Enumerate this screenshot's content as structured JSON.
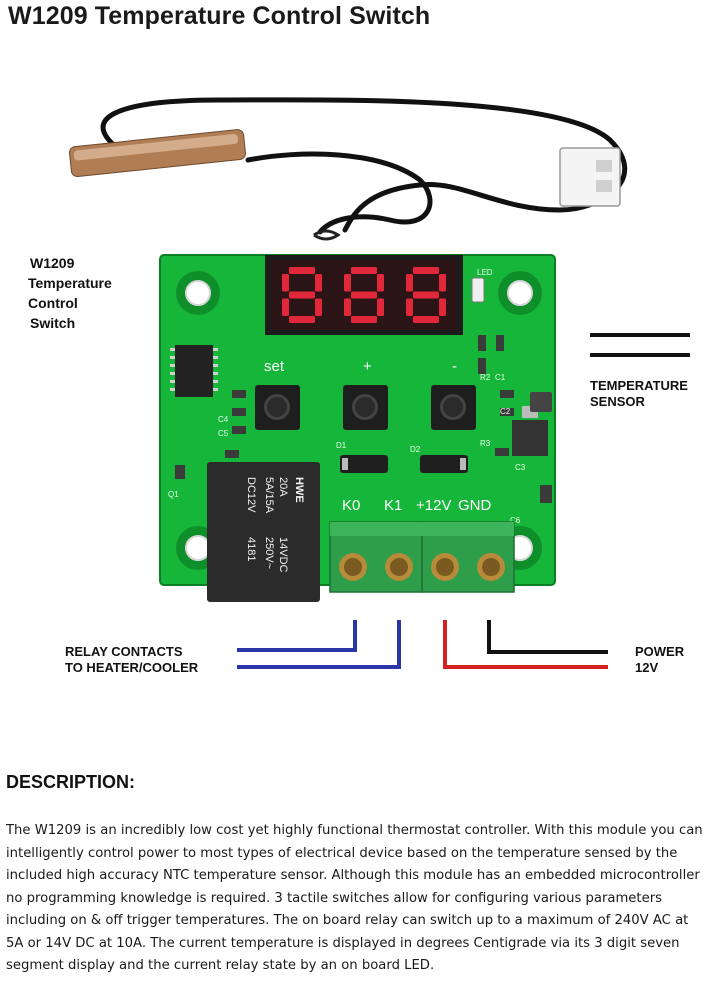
{
  "title": "W1209 Temperature Control Switch",
  "figure": {
    "side_label": [
      "W1209",
      "Temperature",
      "Control",
      "Switch"
    ],
    "sensor_label": [
      "TEMPERATURE",
      "SENSOR"
    ],
    "relay_label": [
      "RELAY CONTACTS",
      "TO HEATER/COOLER"
    ],
    "power_label": [
      "POWER",
      "12V"
    ],
    "display_digits": "888",
    "buttons": [
      "set",
      "+",
      "-"
    ],
    "terminals": [
      "K0",
      "K1",
      "+12V",
      "GND"
    ],
    "board_marks": [
      "LED",
      "R2",
      "C1",
      "C2",
      "C3",
      "C4",
      "C5",
      "C6",
      "R3",
      "D1",
      "D2",
      "Q1"
    ],
    "relay_brand": "HWE",
    "relay_print": [
      "20A",
      "14VDC",
      "5A/15A",
      "250V~",
      "DC12V",
      "4181"
    ]
  },
  "description": {
    "heading": "DESCRIPTION:",
    "body": "The W1209 is an incredibly low cost yet highly functional thermostat controller. With this module you can intelligently control power to most types of electrical device based on the temperature sensed by the included high accuracy NTC temperature sensor. Although this module has an embedded microcontroller no programming knowledge is required. 3 tactile switches allow for configuring various parameters including on & off trigger temperatures. The on board relay can switch up to a maximum of 240V AC at 5A or 14V DC at 10A. The current temperature is displayed in degrees Centigrade via its 3 digit seven segment display and the current relay state by an on board LED."
  },
  "colors": {
    "pcb": "#16b63a",
    "pcb_dark": "#0e8f2a",
    "terminal_block": "#2e9e4a",
    "relay": "#2b2b2b",
    "wire_blue": "#2a36a8",
    "wire_red": "#d42222",
    "wire_black": "#111111",
    "display_digit": "#e0283a"
  }
}
